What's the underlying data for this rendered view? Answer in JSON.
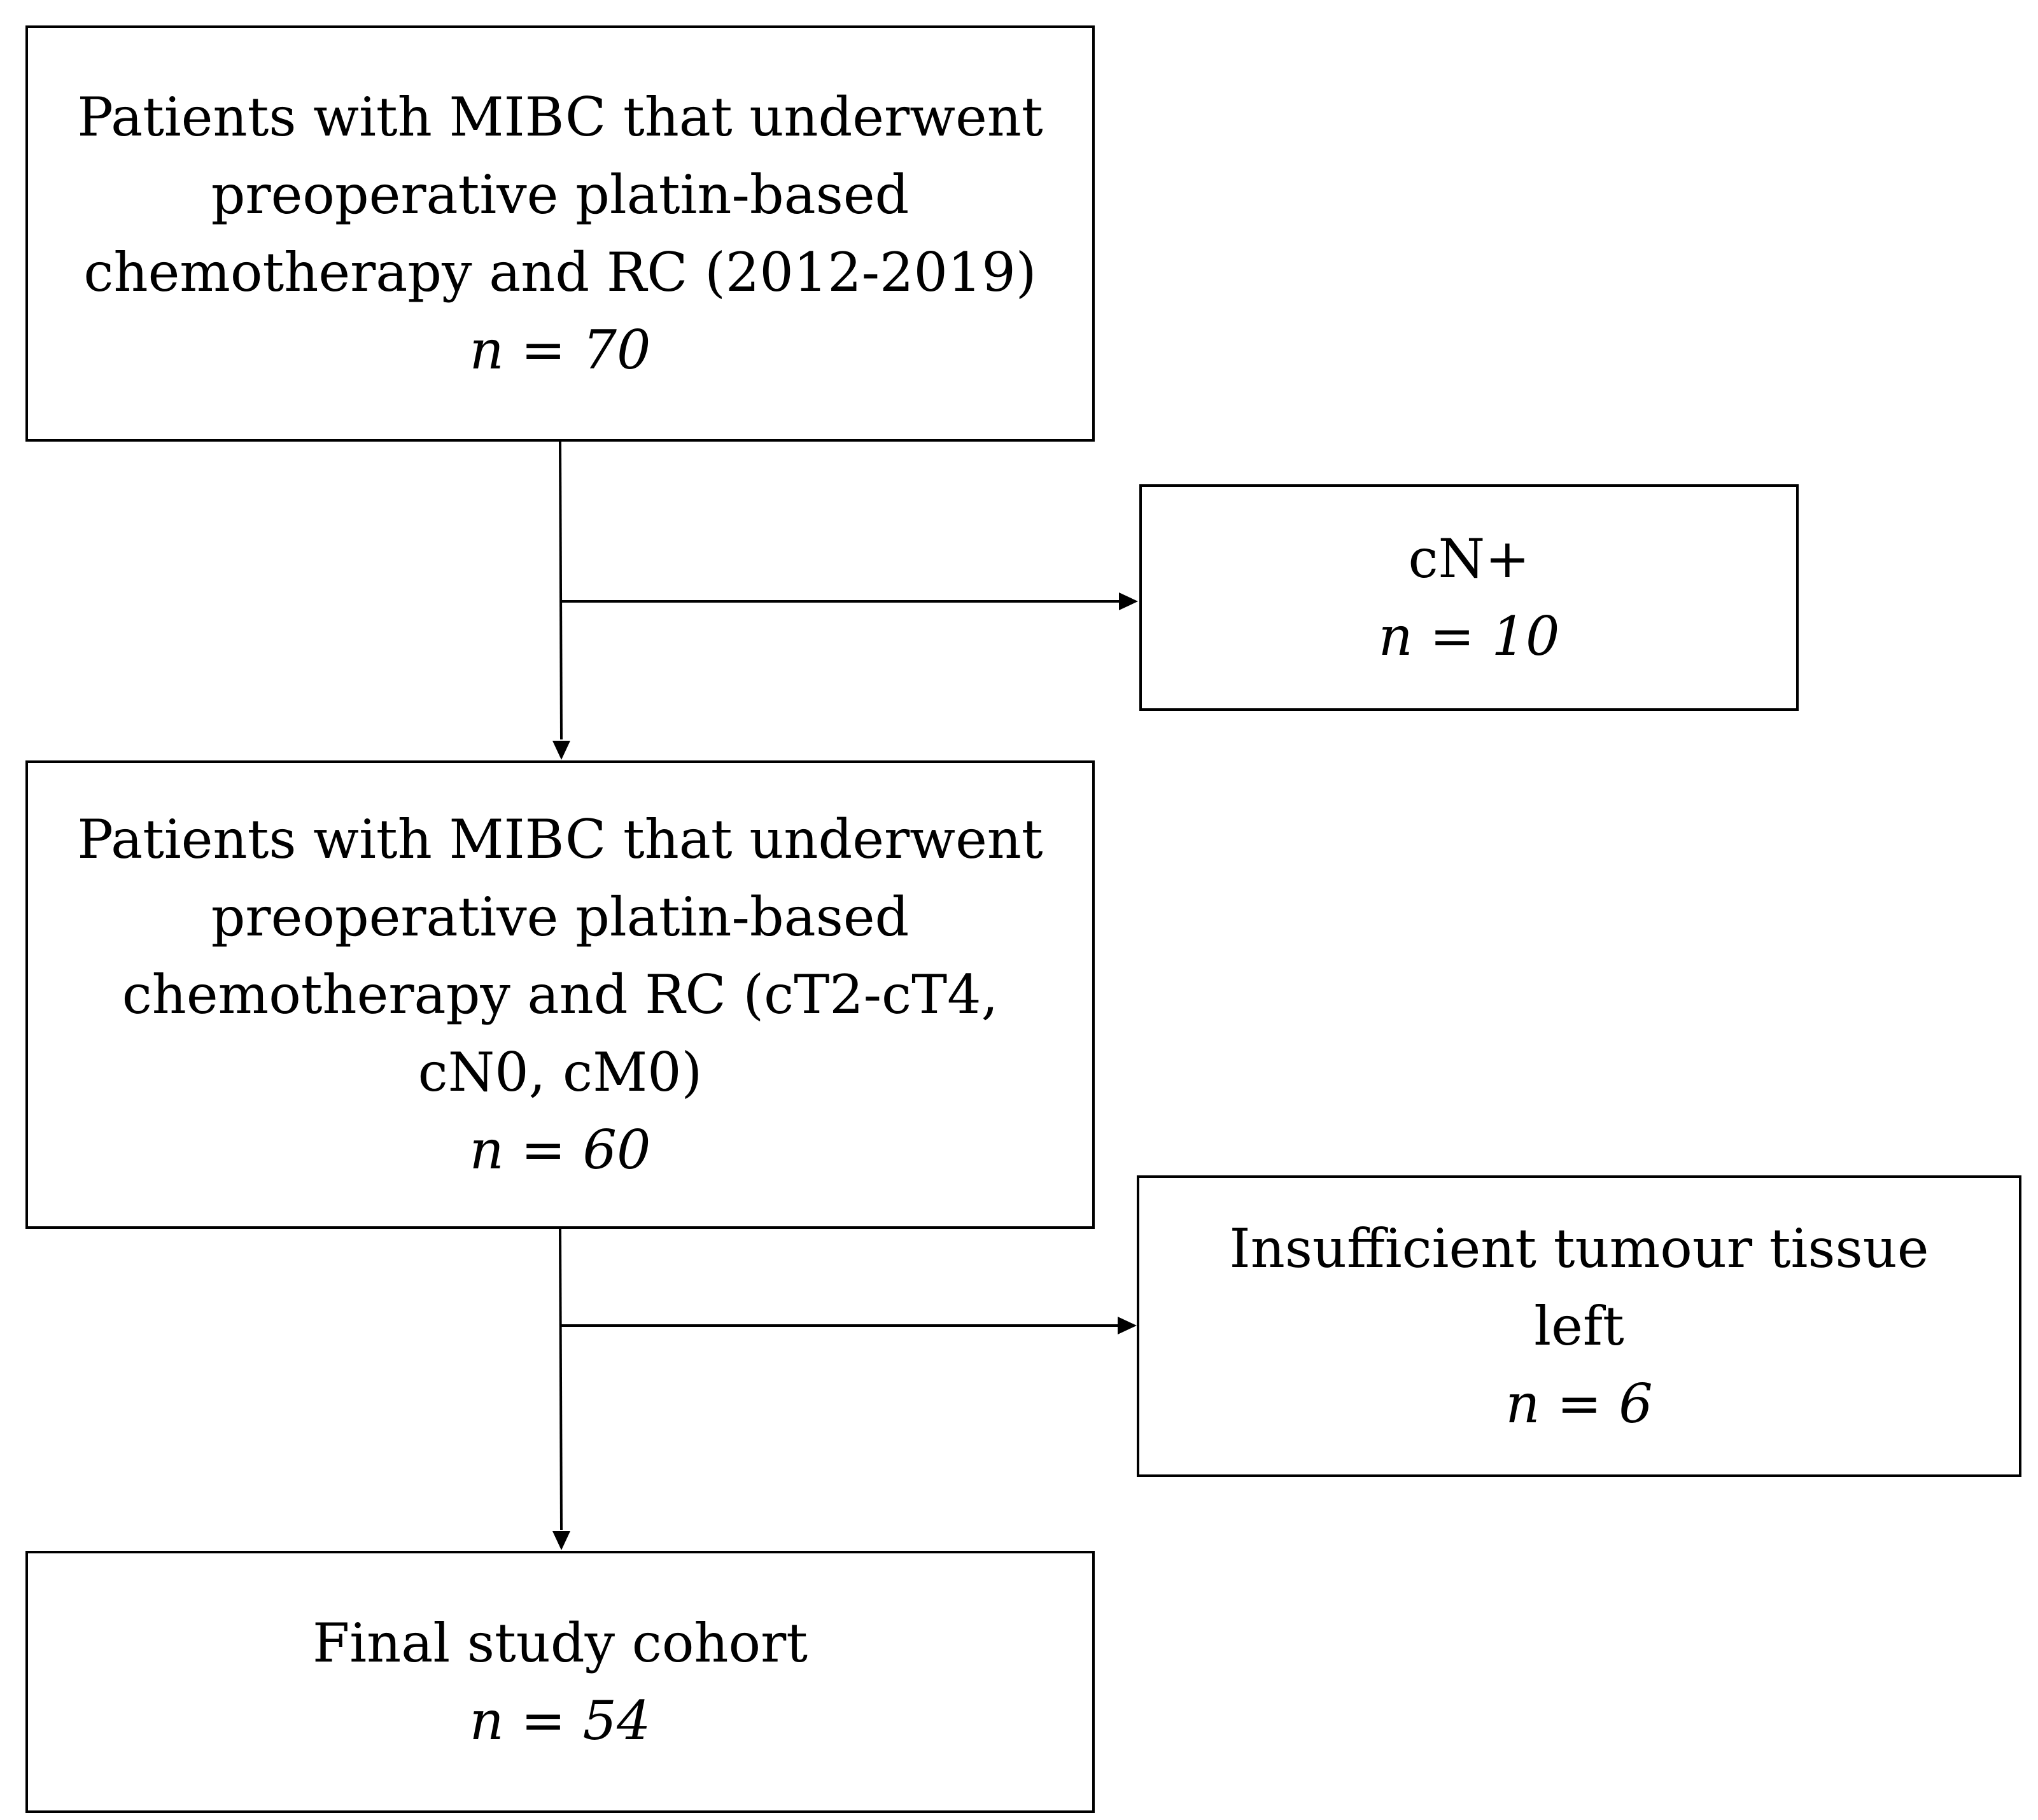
{
  "diagram": {
    "boxes": [
      {
        "id": "initial",
        "lines": [
          "Patients with MIBC that underwent",
          "preoperative platin-based",
          "chemotherapy and RC (2012-2019)"
        ],
        "count": "n = 70"
      },
      {
        "id": "excluded-cn",
        "lines": [
          "cN+"
        ],
        "count": "n = 10"
      },
      {
        "id": "eligible",
        "lines": [
          "Patients with MIBC that underwent",
          "preoperative platin-based",
          "chemotherapy and RC (cT2-cT4,",
          "cN0, cM0)"
        ],
        "count": "n = 60"
      },
      {
        "id": "excluded-tissue",
        "lines": [
          "Insufficient tumour tissue",
          "left"
        ],
        "count": "n = 6"
      },
      {
        "id": "final",
        "lines": [
          "Final study cohort"
        ],
        "count": "n = 54"
      }
    ]
  }
}
